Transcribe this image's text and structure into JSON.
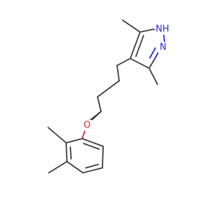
{
  "molecule": {
    "atoms": {
      "nh": "NH",
      "n": "N",
      "o": "O"
    },
    "colors": {
      "background": "#ffffff",
      "bond": "#3a3a3a",
      "nitrogen": "#2a2acc",
      "oxygen": "#d42a2a"
    }
  }
}
